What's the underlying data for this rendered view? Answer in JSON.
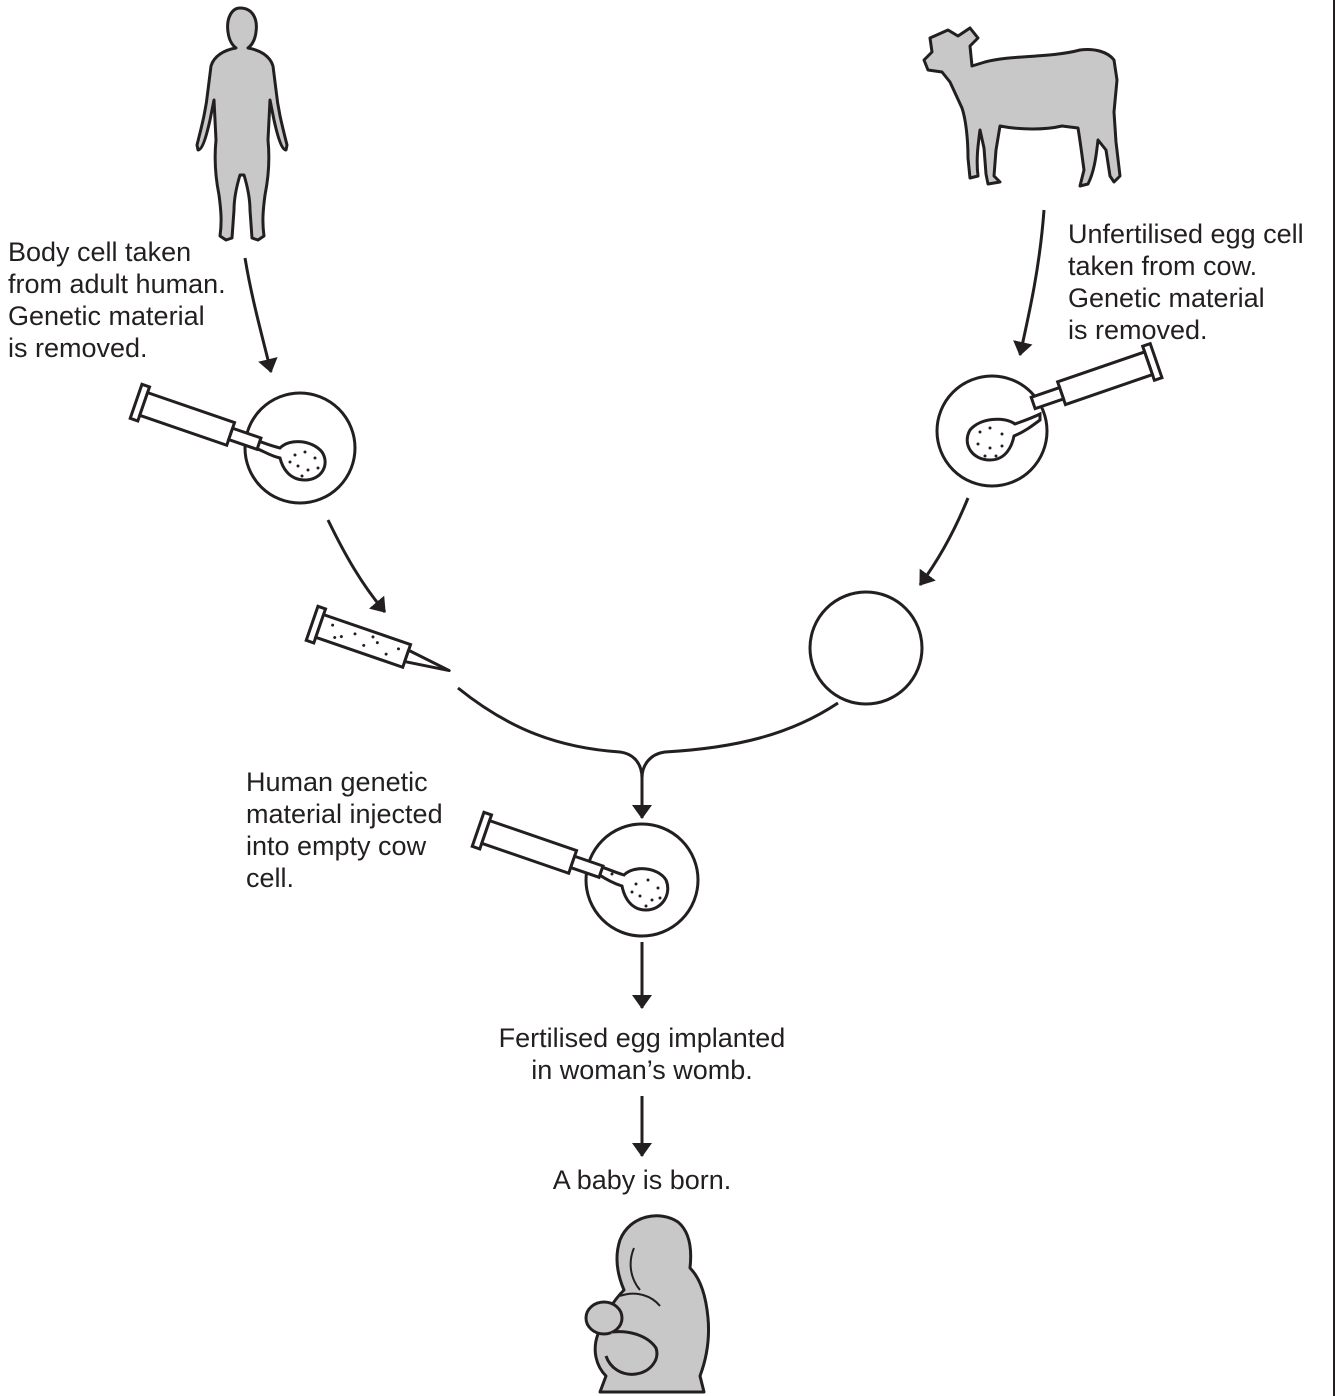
{
  "colors": {
    "ink": "#231f20",
    "figure_fill": "#c8c8c8",
    "background": "#ffffff"
  },
  "labels": {
    "human_body_cell": "Body cell taken\nfrom adult human.\nGenetic material\nis removed.",
    "cow_egg_cell": "Unfertilised egg cell\ntaken from cow.\nGenetic material\nis removed.",
    "injection": "Human genetic\nmaterial injected\ninto empty cow\ncell.",
    "implant": "Fertilised egg implanted\nin woman’s womb.",
    "birth": "A baby is born."
  },
  "icons": {
    "human": "adult-human-silhouette-icon",
    "cow": "cow-silhouette-icon",
    "mother": "mother-and-baby-icon",
    "syringe": "syringe-icon",
    "cell": "cell-circle-icon"
  }
}
